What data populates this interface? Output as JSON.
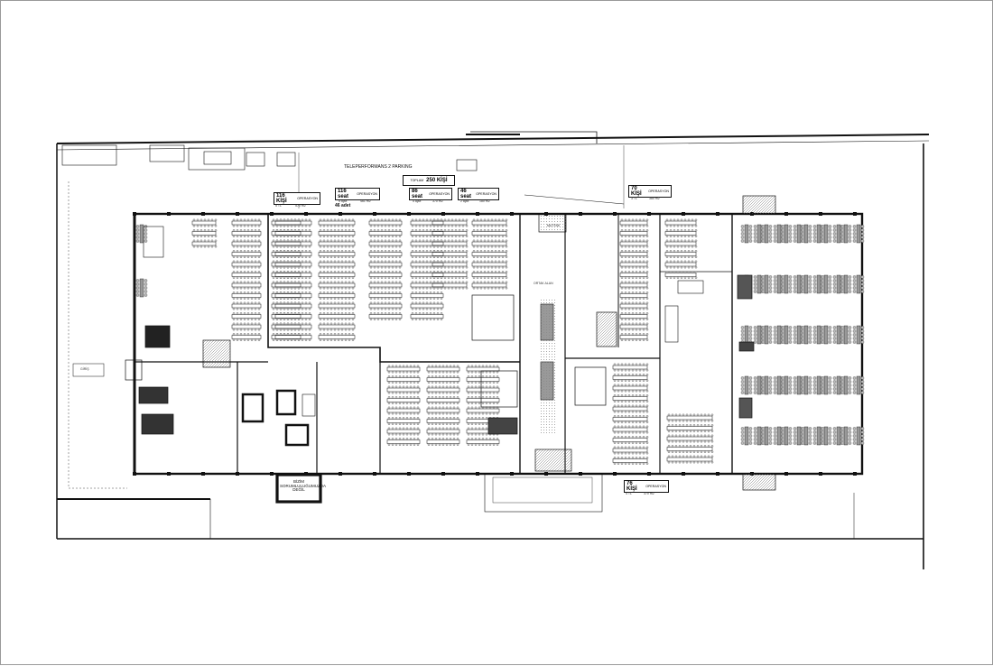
{
  "summary": {
    "total_label": "TOPLAM",
    "total_value": "250 KİŞİ",
    "seats_label": "46 adet",
    "area_title": "TELEPERFORMANS 2\nPARKING"
  },
  "capacity_boxes": [
    {
      "id": "b1",
      "main": "116 KİŞİ",
      "sub": "5 TL",
      "note": "OPERASYON",
      "area": "570 m2"
    },
    {
      "id": "b2",
      "main": "116 seat",
      "sub": "5 ajax",
      "note": "OPERASYON",
      "area": "461 m2"
    },
    {
      "id": "b3",
      "main": "86 seat",
      "sub": "5 ajax",
      "note": "OPERASYON",
      "area": "370 m2"
    },
    {
      "id": "b4",
      "main": "46 seat",
      "sub": "2 ajax",
      "note": "OPERASYON",
      "area": "180 m2"
    },
    {
      "id": "b5",
      "main": "70 KİŞİ",
      "sub": "3 TL",
      "note": "OPERASYON",
      "area": "380 m2"
    },
    {
      "id": "b6",
      "main": "76 KİŞİ",
      "sub": "4 TL",
      "note": "OPERASYON",
      "area": "370 m2"
    }
  ],
  "notes": {
    "bottom_box": "BİZİM\nSORUMLULUĞUMUZDA\nDEĞİL",
    "corridor": "ORTAK ALAN",
    "kitchen": "MUTFAK",
    "vertical_bar_left": "GİRİŞ"
  },
  "colors": {
    "line": "#111111",
    "seat_fill": "#c9c9c9",
    "wall": "#1a1a1a",
    "hatch": "#555555"
  }
}
